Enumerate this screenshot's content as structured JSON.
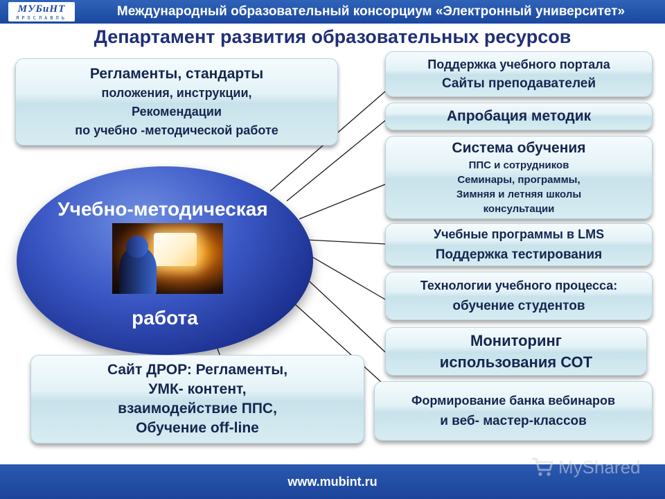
{
  "header": {
    "logo_main": "МУБиНТ",
    "logo_sub": "ЯРОСЛАВЛЬ",
    "consortium": "Международный образовательный консорциум «Электронный университет»"
  },
  "title": "Департамент развития образовательных ресурсов",
  "center": {
    "top": "Учебно-методическая",
    "bottom": "работа"
  },
  "boxes": {
    "reglamenty": [
      "Регламенты, стандарты",
      "положения, инструкции,",
      "Рекомендации",
      "по учебно -методической работе"
    ],
    "portal": [
      "Поддержка учебного портала",
      "Сайты преподавателей"
    ],
    "aprobacia": [
      "Апробация методик"
    ],
    "sistema": [
      "Система обучения",
      "ППС и сотрудников",
      "Семинары, программы,",
      "Зимняя и летняя школы",
      "консультации"
    ],
    "lms": [
      "Учебные программы в LMS",
      "Поддержка тестирования"
    ],
    "tech": [
      "Технологии учебного процесса:",
      "обучение студентов"
    ],
    "monitoring": [
      "Мониторинг",
      "использования СОТ"
    ],
    "webinars": [
      "Формирование банка вебинаров",
      "и веб- мастер-классов"
    ],
    "sait": [
      "Сайт ДРОР: Регламенты,",
      "УМК- контент,",
      "взаимодействие ППС,",
      "Обучение off-line"
    ]
  },
  "footer": {
    "url": "www.mubint.ru"
  },
  "watermark": {
    "text": "MyShared",
    "icon": "shopping-cart-icon"
  },
  "colors": {
    "header_bar": "#1a47a0",
    "title_text": "#1f2f78",
    "ellipse": "#2a44b0",
    "box_text": "#15264f"
  }
}
